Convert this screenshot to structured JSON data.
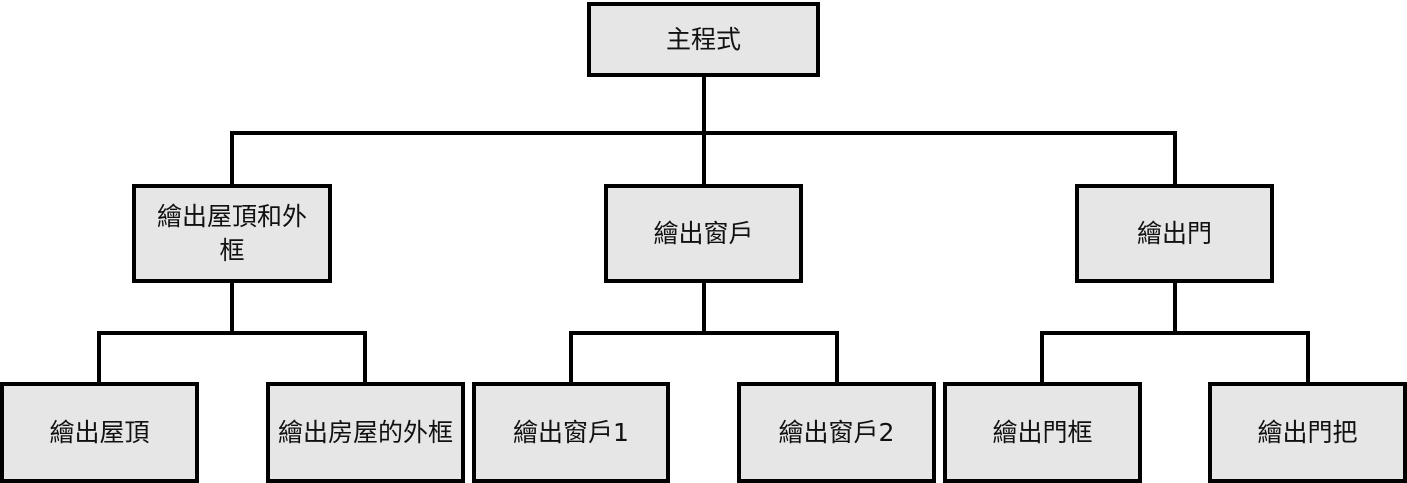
{
  "diagram": {
    "root": "主程式",
    "level1": [
      {
        "label": "繪出屋頂和外框",
        "children": [
          "繪出屋頂",
          "繪出房屋的外框"
        ]
      },
      {
        "label": "繪出窗戶",
        "children": [
          "繪出窗戶1",
          "繪出窗戶2"
        ]
      },
      {
        "label": "繪出門",
        "children": [
          "繪出門框",
          "繪出門把"
        ]
      }
    ]
  }
}
